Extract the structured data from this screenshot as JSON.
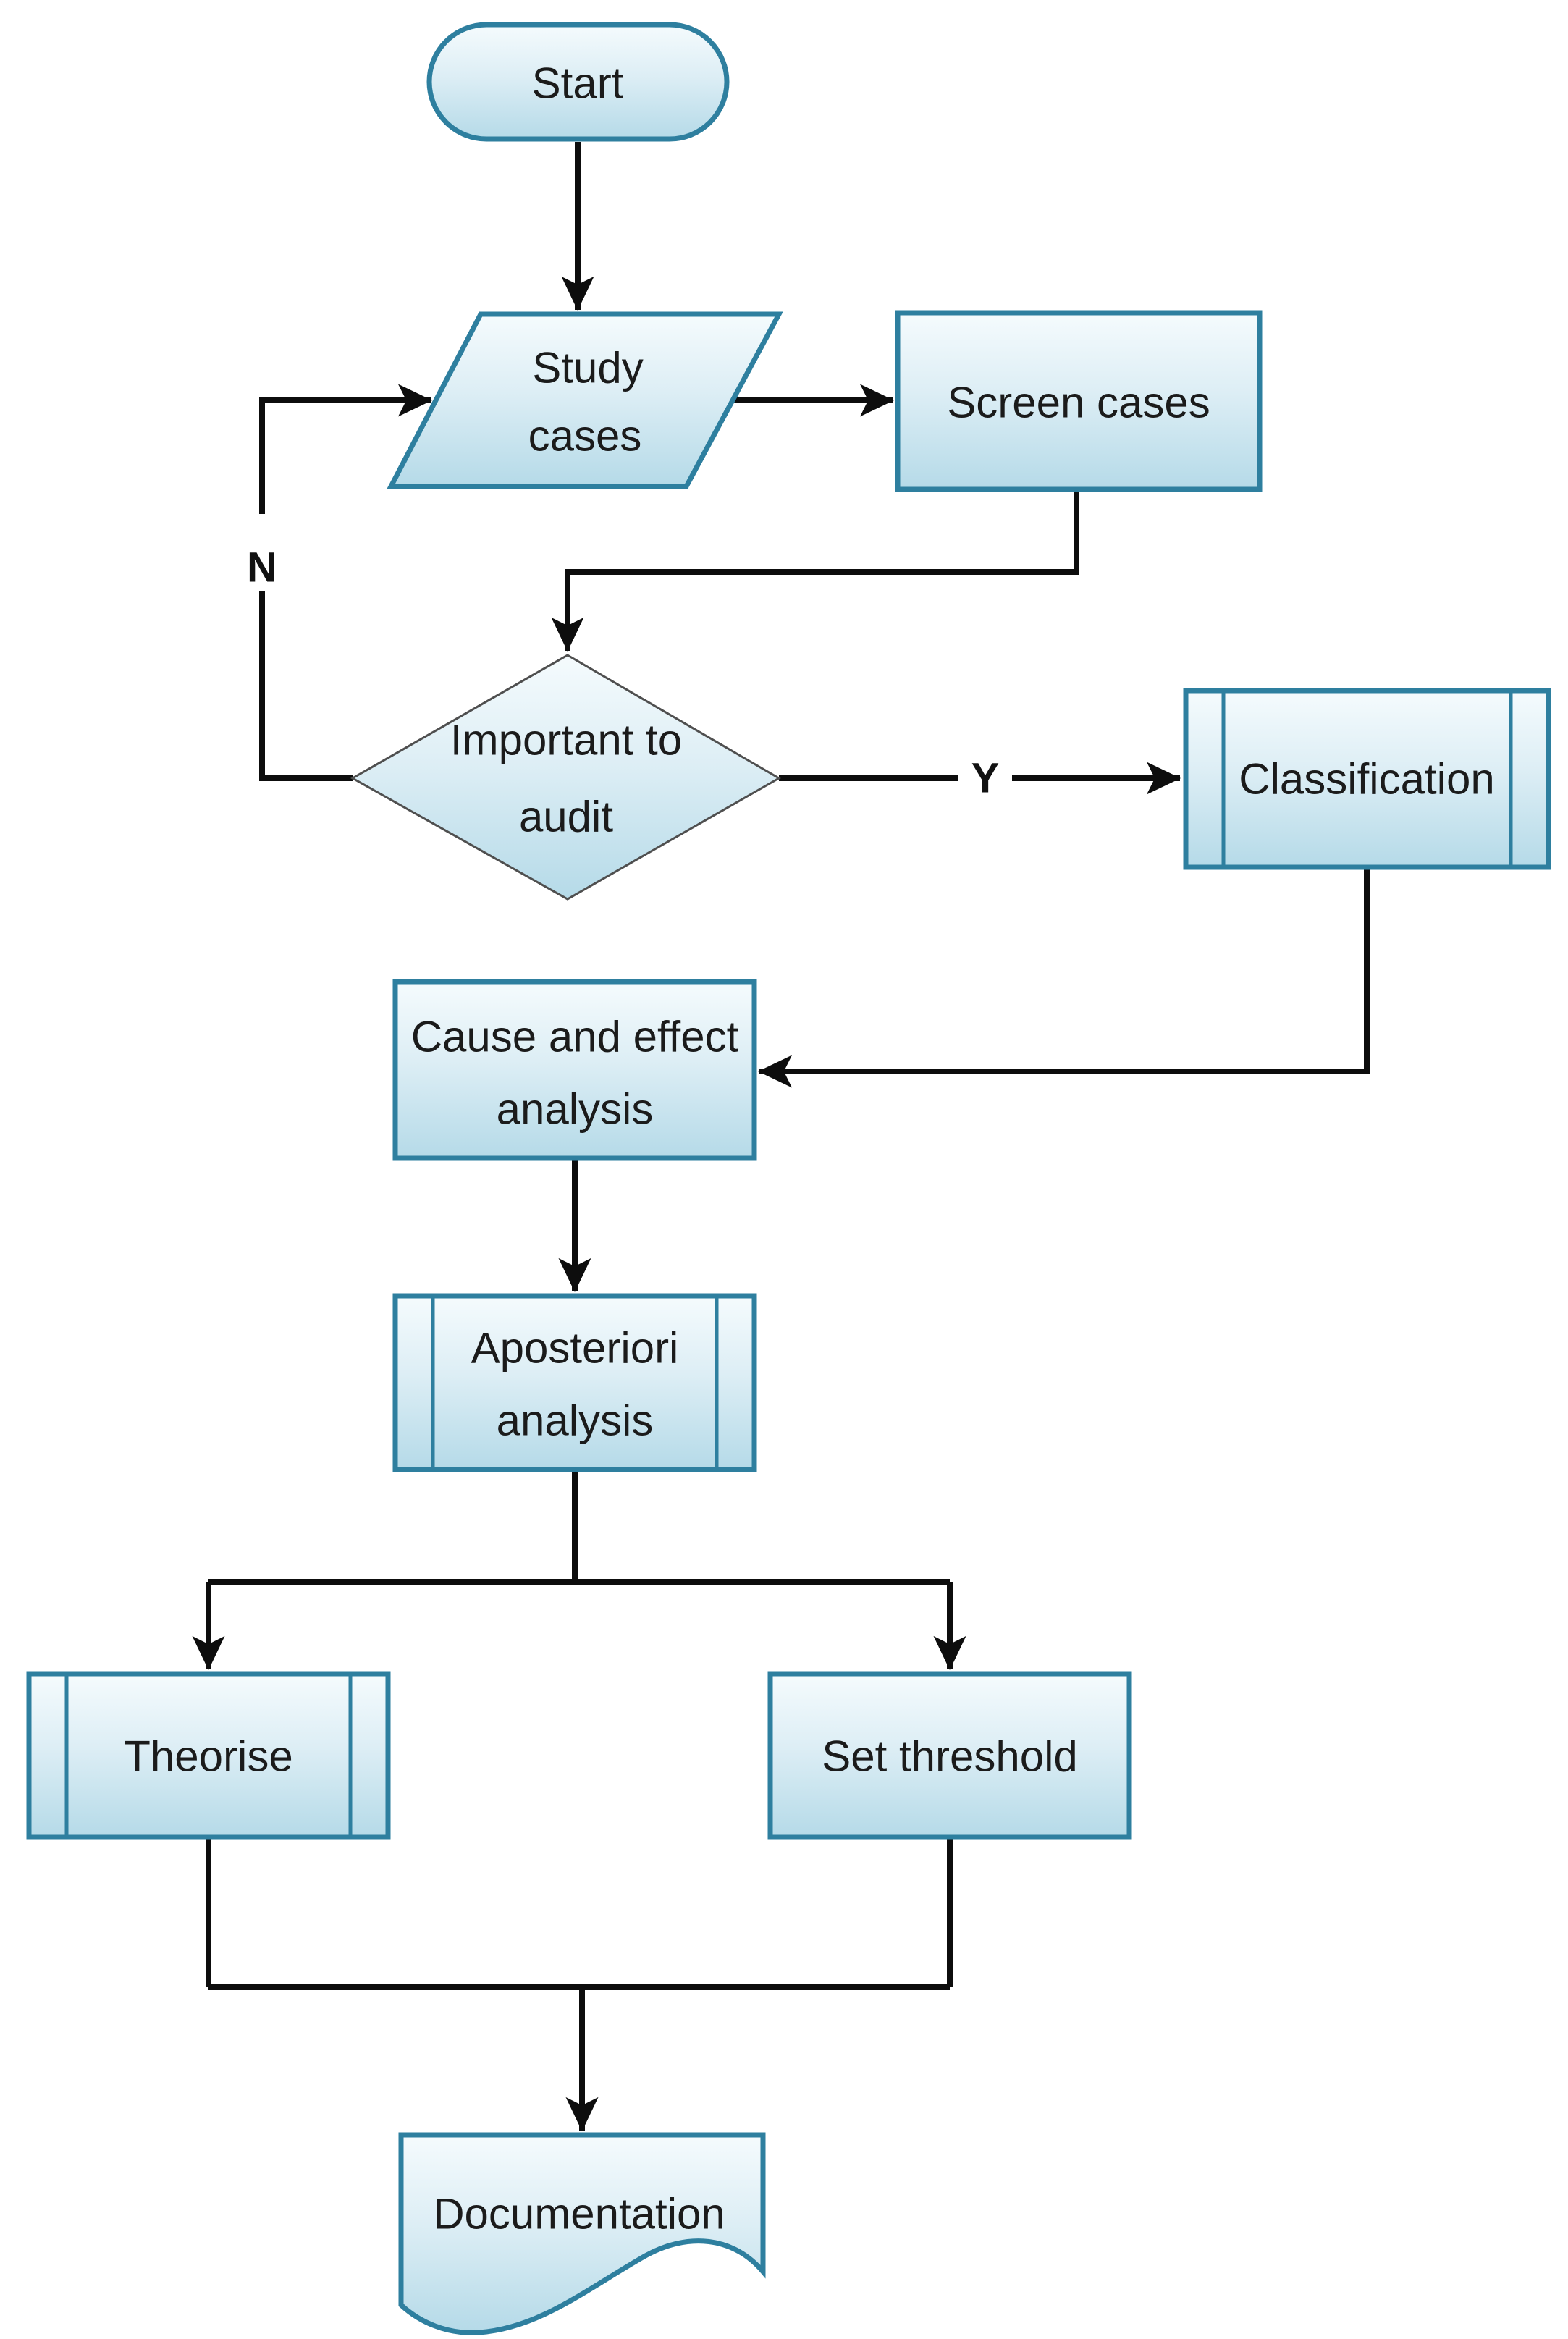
{
  "diagram_type": "flowchart",
  "colors": {
    "background": "#ffffff",
    "shape_border": "#2e7f9f",
    "shape_fill_top": "#f4fafc",
    "shape_fill_bottom": "#b5dae8",
    "decision_border": "#4f4f4f",
    "connector": "#0d0d0d",
    "text": "#1b1b1b"
  },
  "nodes": {
    "start": {
      "type": "terminator",
      "label": "Start"
    },
    "study_cases": {
      "type": "input-output",
      "label": "Study cases",
      "lines": [
        "Study",
        "cases"
      ]
    },
    "screen_cases": {
      "type": "process",
      "label": "Screen cases"
    },
    "important_to_audit": {
      "type": "decision",
      "label": "Important to audit",
      "lines": [
        "Important to",
        "audit"
      ]
    },
    "classification": {
      "type": "predefined-process",
      "label": "Classification"
    },
    "cause_effect": {
      "type": "process",
      "label": "Cause and effect analysis",
      "lines": [
        "Cause and effect",
        "analysis"
      ]
    },
    "aposteriori": {
      "type": "predefined-process",
      "label": "Aposteriori analysis",
      "lines": [
        "Aposteriori",
        "analysis"
      ]
    },
    "theorise": {
      "type": "predefined-process",
      "label": "Theorise"
    },
    "set_threshold": {
      "type": "process",
      "label": "Set threshold"
    },
    "documentation": {
      "type": "document",
      "label": "Documentation"
    }
  },
  "edges": [
    {
      "from": "start",
      "to": "study_cases",
      "label": ""
    },
    {
      "from": "study_cases",
      "to": "screen_cases",
      "label": ""
    },
    {
      "from": "screen_cases",
      "to": "important_to_audit",
      "label": ""
    },
    {
      "from": "important_to_audit",
      "to": "study_cases",
      "label": "N"
    },
    {
      "from": "important_to_audit",
      "to": "classification",
      "label": "Y"
    },
    {
      "from": "classification",
      "to": "cause_effect",
      "label": ""
    },
    {
      "from": "cause_effect",
      "to": "aposteriori",
      "label": ""
    },
    {
      "from": "aposteriori",
      "to": "theorise",
      "label": ""
    },
    {
      "from": "aposteriori",
      "to": "set_threshold",
      "label": ""
    },
    {
      "from": "theorise",
      "to": "documentation",
      "label": ""
    },
    {
      "from": "set_threshold",
      "to": "documentation",
      "label": ""
    }
  ]
}
